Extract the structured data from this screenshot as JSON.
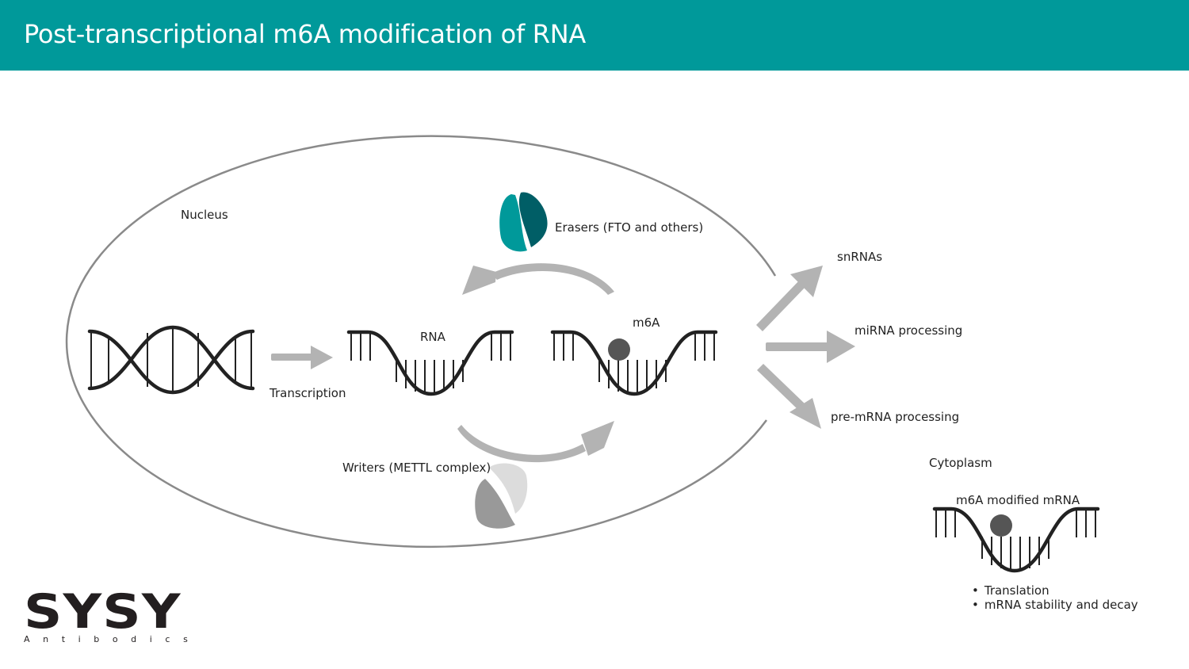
{
  "header": {
    "title": "Post-transcriptional m6A modification of RNA",
    "background_color": "#00999a"
  },
  "nucleus": {
    "label": "Nucleus",
    "dna_icon": "dna-double-helix-icon",
    "transcription_label": "Transcription",
    "rna_label": "RNA",
    "m6a_label": "m6A",
    "erasers_label": "Erasers (FTO and others)",
    "writers_label": "Writers (METTL complex)",
    "eraser_colors": [
      "#00999a",
      "#005e66"
    ],
    "writer_colors": [
      "#999999",
      "#dcdcdc"
    ],
    "m6a_dot_color": "#555555"
  },
  "outcomes": [
    {
      "label": "snRNAs",
      "direction": "up-right"
    },
    {
      "label": "miRNA processing",
      "direction": "right"
    },
    {
      "label": "pre-mRNA processing",
      "direction": "down-right"
    }
  ],
  "cytoplasm": {
    "label": "Cytoplasm",
    "mrna_label": "m6A modified mRNA",
    "bullets": [
      "Translation",
      "mRNA stability and decay"
    ]
  },
  "logo": {
    "main": "SYSY",
    "sub": "Antibodics"
  }
}
